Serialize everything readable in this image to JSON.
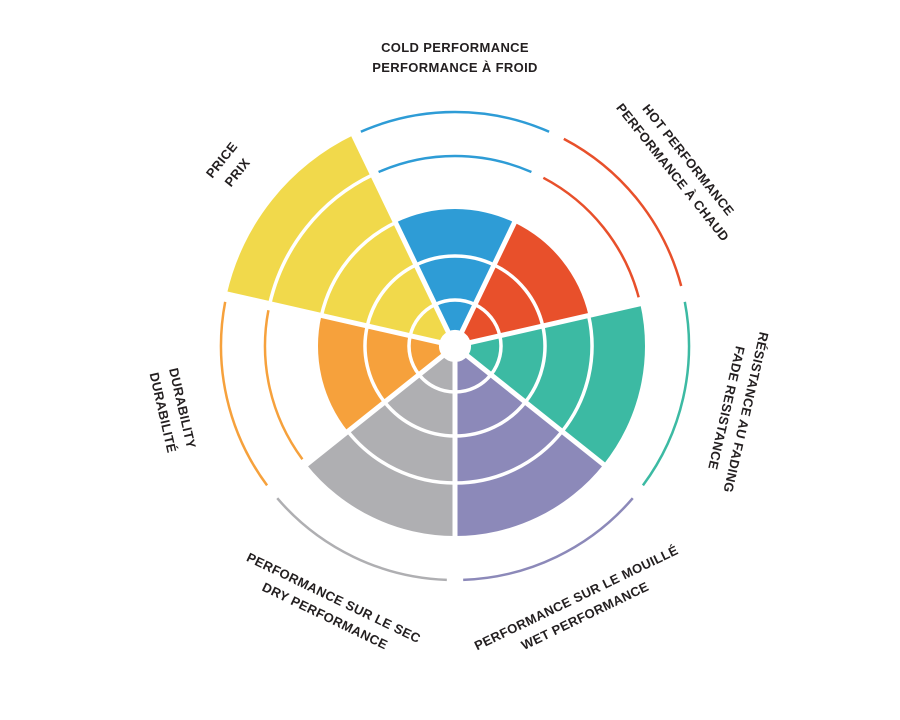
{
  "page": {
    "background_color": "#FFFFFF",
    "text_color": "#231F20"
  },
  "chart_data": {
    "type": "radial-rating-wheel",
    "levels_max": 5,
    "grid": {
      "rings": 5,
      "ring_divider_color": "#FFFFFF",
      "legend": "none",
      "tick_labels": "none"
    },
    "sectors": [
      {
        "id": "cold-performance",
        "label_outer": "COLD PERFORMANCE",
        "label_inner": "PERFORMANCE À FROID",
        "value": 3,
        "color": "#2E9CD6"
      },
      {
        "id": "hot-performance",
        "label_outer": "HOT PERFORMANCE",
        "label_inner": "PERFORMANCE À CHAUD",
        "value": 3,
        "color": "#E8502B"
      },
      {
        "id": "fade-resistance",
        "label_outer": "RÉSISTANCE AU FADING",
        "label_inner": "FADE RESISTANCE",
        "value": 4,
        "color": "#3CBAA3"
      },
      {
        "id": "wet-performance",
        "label_outer": "WET PERFORMANCE",
        "label_inner": "PERFORMANCE SUR LE MOUILLÉ",
        "value": 4,
        "color": "#8C89B9"
      },
      {
        "id": "dry-performance",
        "label_outer": "DRY PERFORMANCE",
        "label_inner": "PERFORMANCE SUR LE SEC",
        "value": 4,
        "color": "#AFAFB2"
      },
      {
        "id": "durability",
        "label_outer": "DURABILITÉ",
        "label_inner": "DURABILITY",
        "value": 3,
        "color": "#F6A13C"
      },
      {
        "id": "price",
        "label_outer": "PRICE",
        "label_inner": "PRIX",
        "value": 5,
        "color": "#F1D94B"
      }
    ]
  }
}
